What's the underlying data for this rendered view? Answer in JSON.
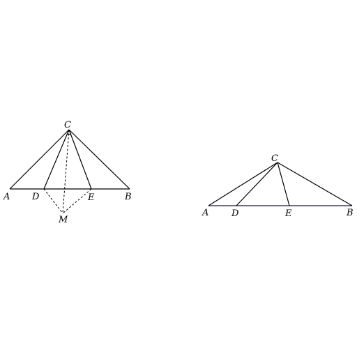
{
  "figure_left": {
    "labels": {
      "A": "A",
      "B": "B",
      "C": "C",
      "D": "D",
      "E": "E",
      "M": "M"
    }
  },
  "figure_right": {
    "labels": {
      "A": "A",
      "B": "B",
      "C": "C",
      "D": "D",
      "E": "E"
    }
  }
}
